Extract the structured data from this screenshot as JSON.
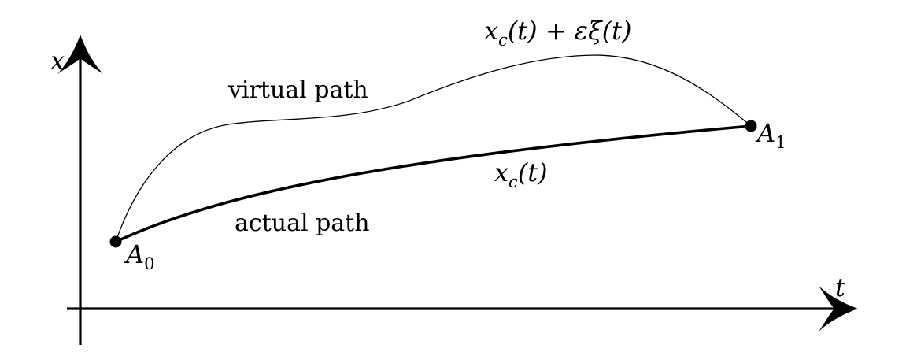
{
  "diagram": {
    "axis_x_label": "t",
    "axis_y_label": "x",
    "virtual_path_label": "virtual path",
    "actual_path_label": "actual path",
    "virtual_formula": {
      "x": "x",
      "sub": "c",
      "rest": "(t) + εξ(t)"
    },
    "actual_formula": {
      "x": "x",
      "sub": "c",
      "rest": "(t)"
    },
    "point_a0": {
      "name": "A",
      "sub": "0"
    },
    "point_a1": {
      "name": "A",
      "sub": "1"
    }
  }
}
